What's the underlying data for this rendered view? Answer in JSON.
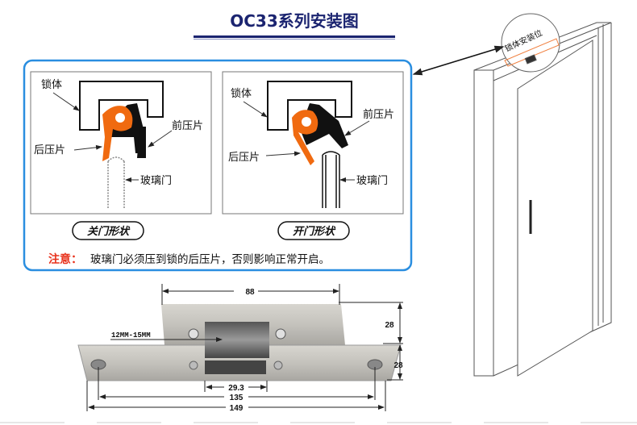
{
  "title": "OC33系列安装图",
  "door_callout": "锁体安装位",
  "closed_diagram": {
    "lock_body": "锁体",
    "front_plate": "前压片",
    "rear_plate": "后压片",
    "glass_door": "玻璃门",
    "caption": "关门形状"
  },
  "open_diagram": {
    "lock_body": "锁体",
    "front_plate": "前压片",
    "rear_plate": "后压片",
    "glass_door": "玻璃门",
    "caption": "开门形状"
  },
  "note": {
    "label": "注意：",
    "text": "玻璃门必须压到锁的后压片，否则影响正常开启。"
  },
  "dimensions": {
    "top_width": "88",
    "upper_height": "28",
    "lower_height": "28",
    "thickness_range": "12MM-15MM",
    "latch_width": "29.3",
    "hole_spacing": "135",
    "total_length": "149"
  },
  "colors": {
    "title": "#1b2470",
    "panel_border": "#2a8ee0",
    "note_label": "#e8321c",
    "rear_plate": "#f06a10"
  }
}
